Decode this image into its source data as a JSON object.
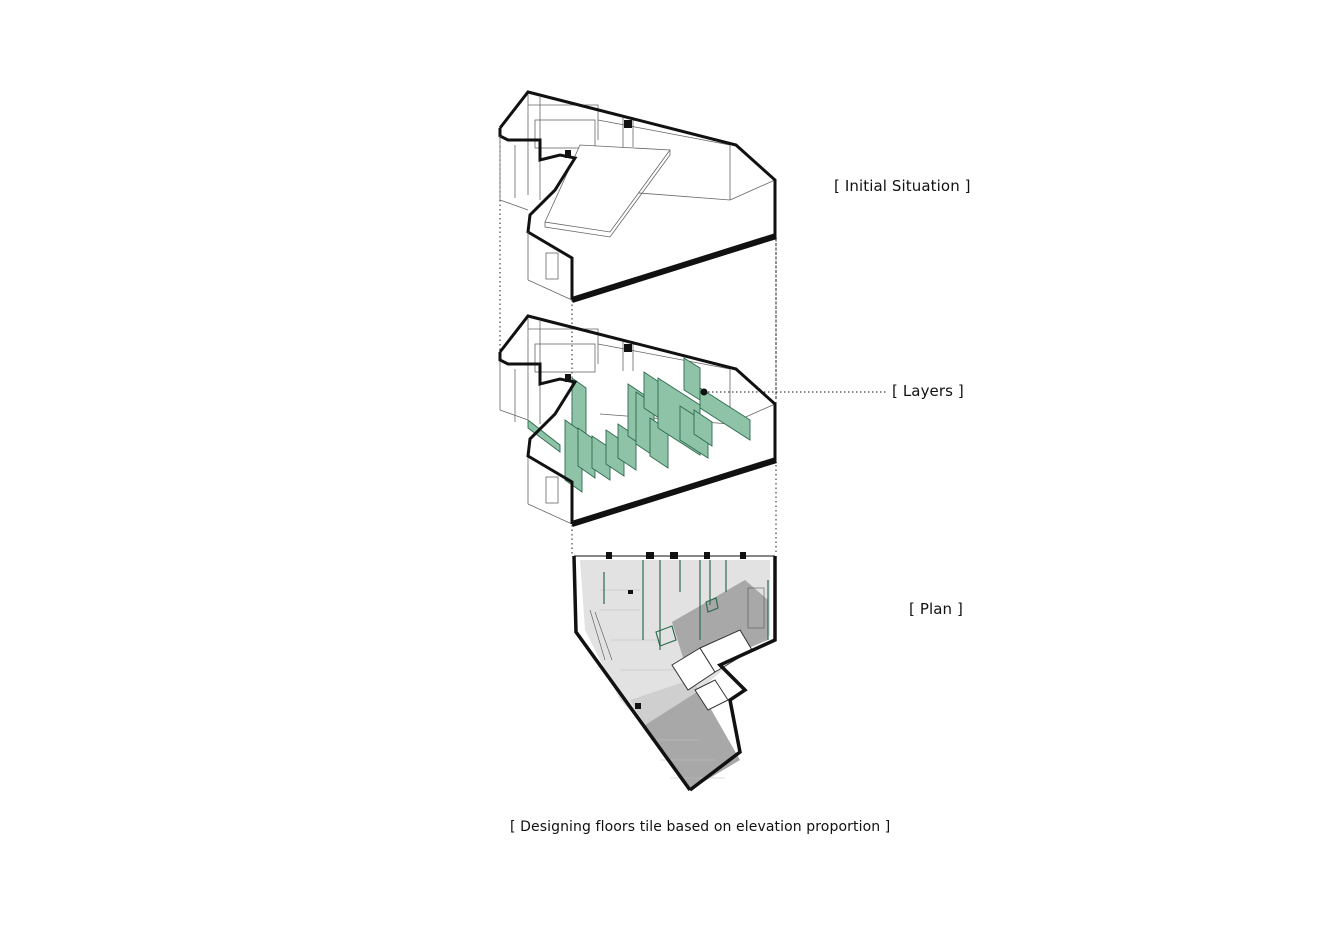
{
  "labels": {
    "initial_situation": "[ Initial Situation ]",
    "layers": "[ Layers ]",
    "plan": "[ Plan ]",
    "caption": "[ Designing floors tile based on elevation proportion ]"
  },
  "colors": {
    "panel_fill": "#8fc3a8",
    "panel_stroke": "#2e6b4f",
    "wall": "#111111",
    "thin_line": "#555555",
    "floor_gray": "#c8c8c8",
    "floor_dark": "#9a9a9a"
  }
}
